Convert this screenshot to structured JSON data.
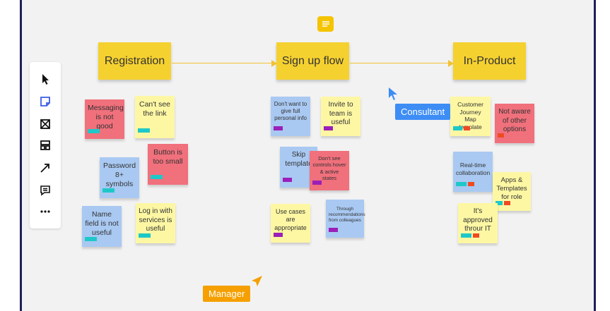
{
  "frames": [
    {
      "id": "registration",
      "label": "Registration"
    },
    {
      "id": "signup",
      "label": "Sign up flow"
    },
    {
      "id": "inproduct",
      "label": "In-Product"
    }
  ],
  "toolbar": {
    "tools": [
      "select-tool",
      "sticky-note-tool",
      "frame-tool",
      "template-tool",
      "arrow-tool",
      "comment-tool",
      "more-tool"
    ]
  },
  "stickies": {
    "reg": [
      "Messaging is not good",
      "Can't see the link",
      "Password 8+ symbols",
      "Button is too small",
      "Name field is not useful",
      "Log in with services is useful"
    ],
    "signup": [
      "Don't want to give full personal info",
      "Invite to team is useful",
      "Skip template",
      "Don't see controls hover & active states",
      "Use cases are appropriate",
      "Through recommendations from colleagues"
    ],
    "inproduct": [
      "Customer Journey Map template",
      "Not aware of other options",
      "Real-time collaboration",
      "Apps & Templates for role",
      "It's approved throur IT"
    ]
  },
  "cursors": {
    "consultant": {
      "label": "Consultant",
      "color": "#3d8df5"
    },
    "manager": {
      "label": "Manager",
      "color": "#f5a000"
    }
  },
  "colors": {
    "pink": "#f0707c",
    "yellow": "#fdf7a3",
    "blue": "#a9c9f2",
    "frame_yellow": "#f5d130",
    "tag_cyan": "#1fc8c8",
    "tag_purple": "#9b1fb8",
    "tag_red": "#f04a23"
  }
}
